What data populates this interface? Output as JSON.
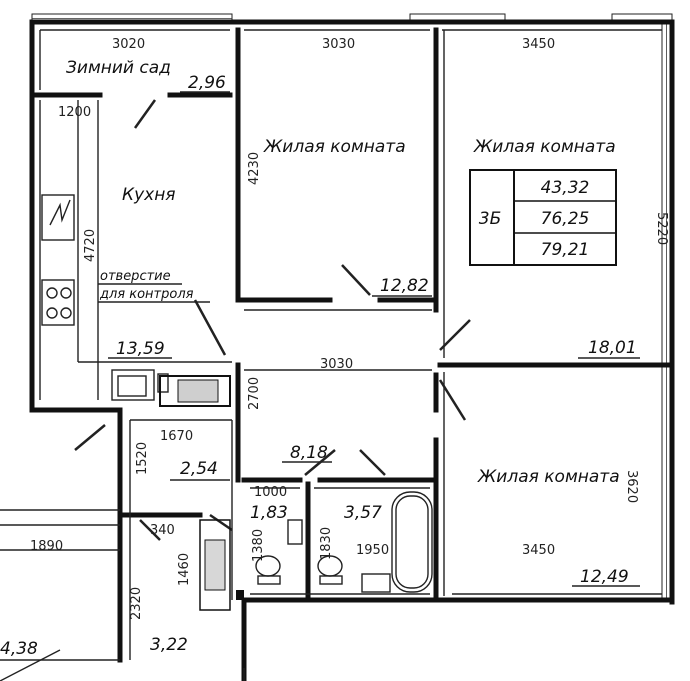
{
  "rooms": {
    "winter_garden": {
      "label": "Зимний сад",
      "area": "2,96"
    },
    "kitchen": {
      "label": "Кухня",
      "area": "13,59"
    },
    "living_1": {
      "label": "Жилая комната",
      "area": "12,82"
    },
    "living_2": {
      "label": "Жилая комната",
      "area": "18,01"
    },
    "living_3": {
      "label": "Жилая комната",
      "area": "12,49"
    },
    "hall": {
      "area": "8,18"
    },
    "corridor": {
      "area": "2,54"
    },
    "wc": {
      "area": "1,83"
    },
    "bathroom": {
      "area": "3,57"
    },
    "entry_left": {
      "area": "4,38"
    },
    "entry_small": {
      "area": "3,22"
    }
  },
  "summary": {
    "code": "3Б",
    "living_area": "43,32",
    "total_area": "76,25",
    "total_with_balcony": "79,21"
  },
  "inspection_note": {
    "line1": "отверстие",
    "line2": "для контроля"
  },
  "dimensions": {
    "garden_width": "3020",
    "room1_width": "3030",
    "room2_width": "3450",
    "kitchen_small": "1200",
    "room1_height": "4230",
    "kitchen_height": "4720",
    "room2_height": "5220",
    "hall_width": "3030",
    "hall_height": "2700",
    "corridor_width": "1670",
    "corridor_height": "1520",
    "wc_width": "1000",
    "wc_height": "1380",
    "bath_height": "1830",
    "bath_width": "1950",
    "room3_width": "3450",
    "room3_height": "3620",
    "entry_height": "1460",
    "entry_small_width": "340",
    "entry_left_width": "1890",
    "entry_left_height": "2320"
  }
}
